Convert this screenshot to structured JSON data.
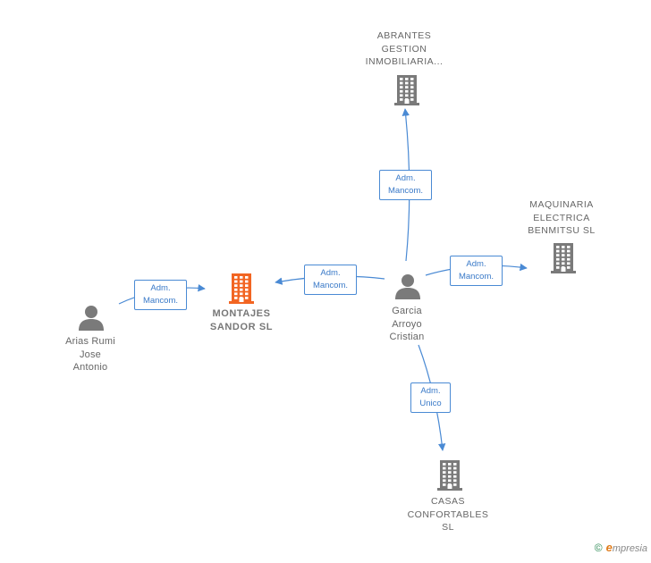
{
  "nodes": {
    "abrantes": {
      "label": "ABRANTES\nGESTION\nINMOBILIARIA...",
      "kind": "company"
    },
    "maquinaria": {
      "label": "MAQUINARIA\nELECTRICA\nBENMITSU  SL",
      "kind": "company"
    },
    "montajes": {
      "label": "MONTAJES\nSANDOR  SL",
      "kind": "company-focus"
    },
    "casas": {
      "label": "CASAS\nCONFORTABLES\nSL",
      "kind": "company"
    },
    "garcia": {
      "label": "Garcia\nArroyo\nCristian",
      "kind": "person"
    },
    "arias": {
      "label": "Arias Rumi\nJose\nAntonio",
      "kind": "person"
    }
  },
  "edges": [
    {
      "from": "garcia",
      "to": "abrantes",
      "label": "Adm.\nMancom."
    },
    {
      "from": "garcia",
      "to": "maquinaria",
      "label": "Adm.\nMancom."
    },
    {
      "from": "garcia",
      "to": "montajes",
      "label": "Adm.\nMancom."
    },
    {
      "from": "garcia",
      "to": "casas",
      "label": "Adm.\nUnico"
    },
    {
      "from": "arias",
      "to": "montajes",
      "label": "Adm.\nMancom."
    }
  ],
  "colors": {
    "edge": "#4a8ad4",
    "company_icon": "#7a7a7a",
    "focus_icon": "#f26522",
    "person_icon": "#7a7a7a"
  },
  "icons": {
    "company": "building-icon",
    "person": "person-icon"
  },
  "footer": {
    "copyright": "©",
    "brand_initial": "e",
    "brand_rest": "mpresia"
  }
}
